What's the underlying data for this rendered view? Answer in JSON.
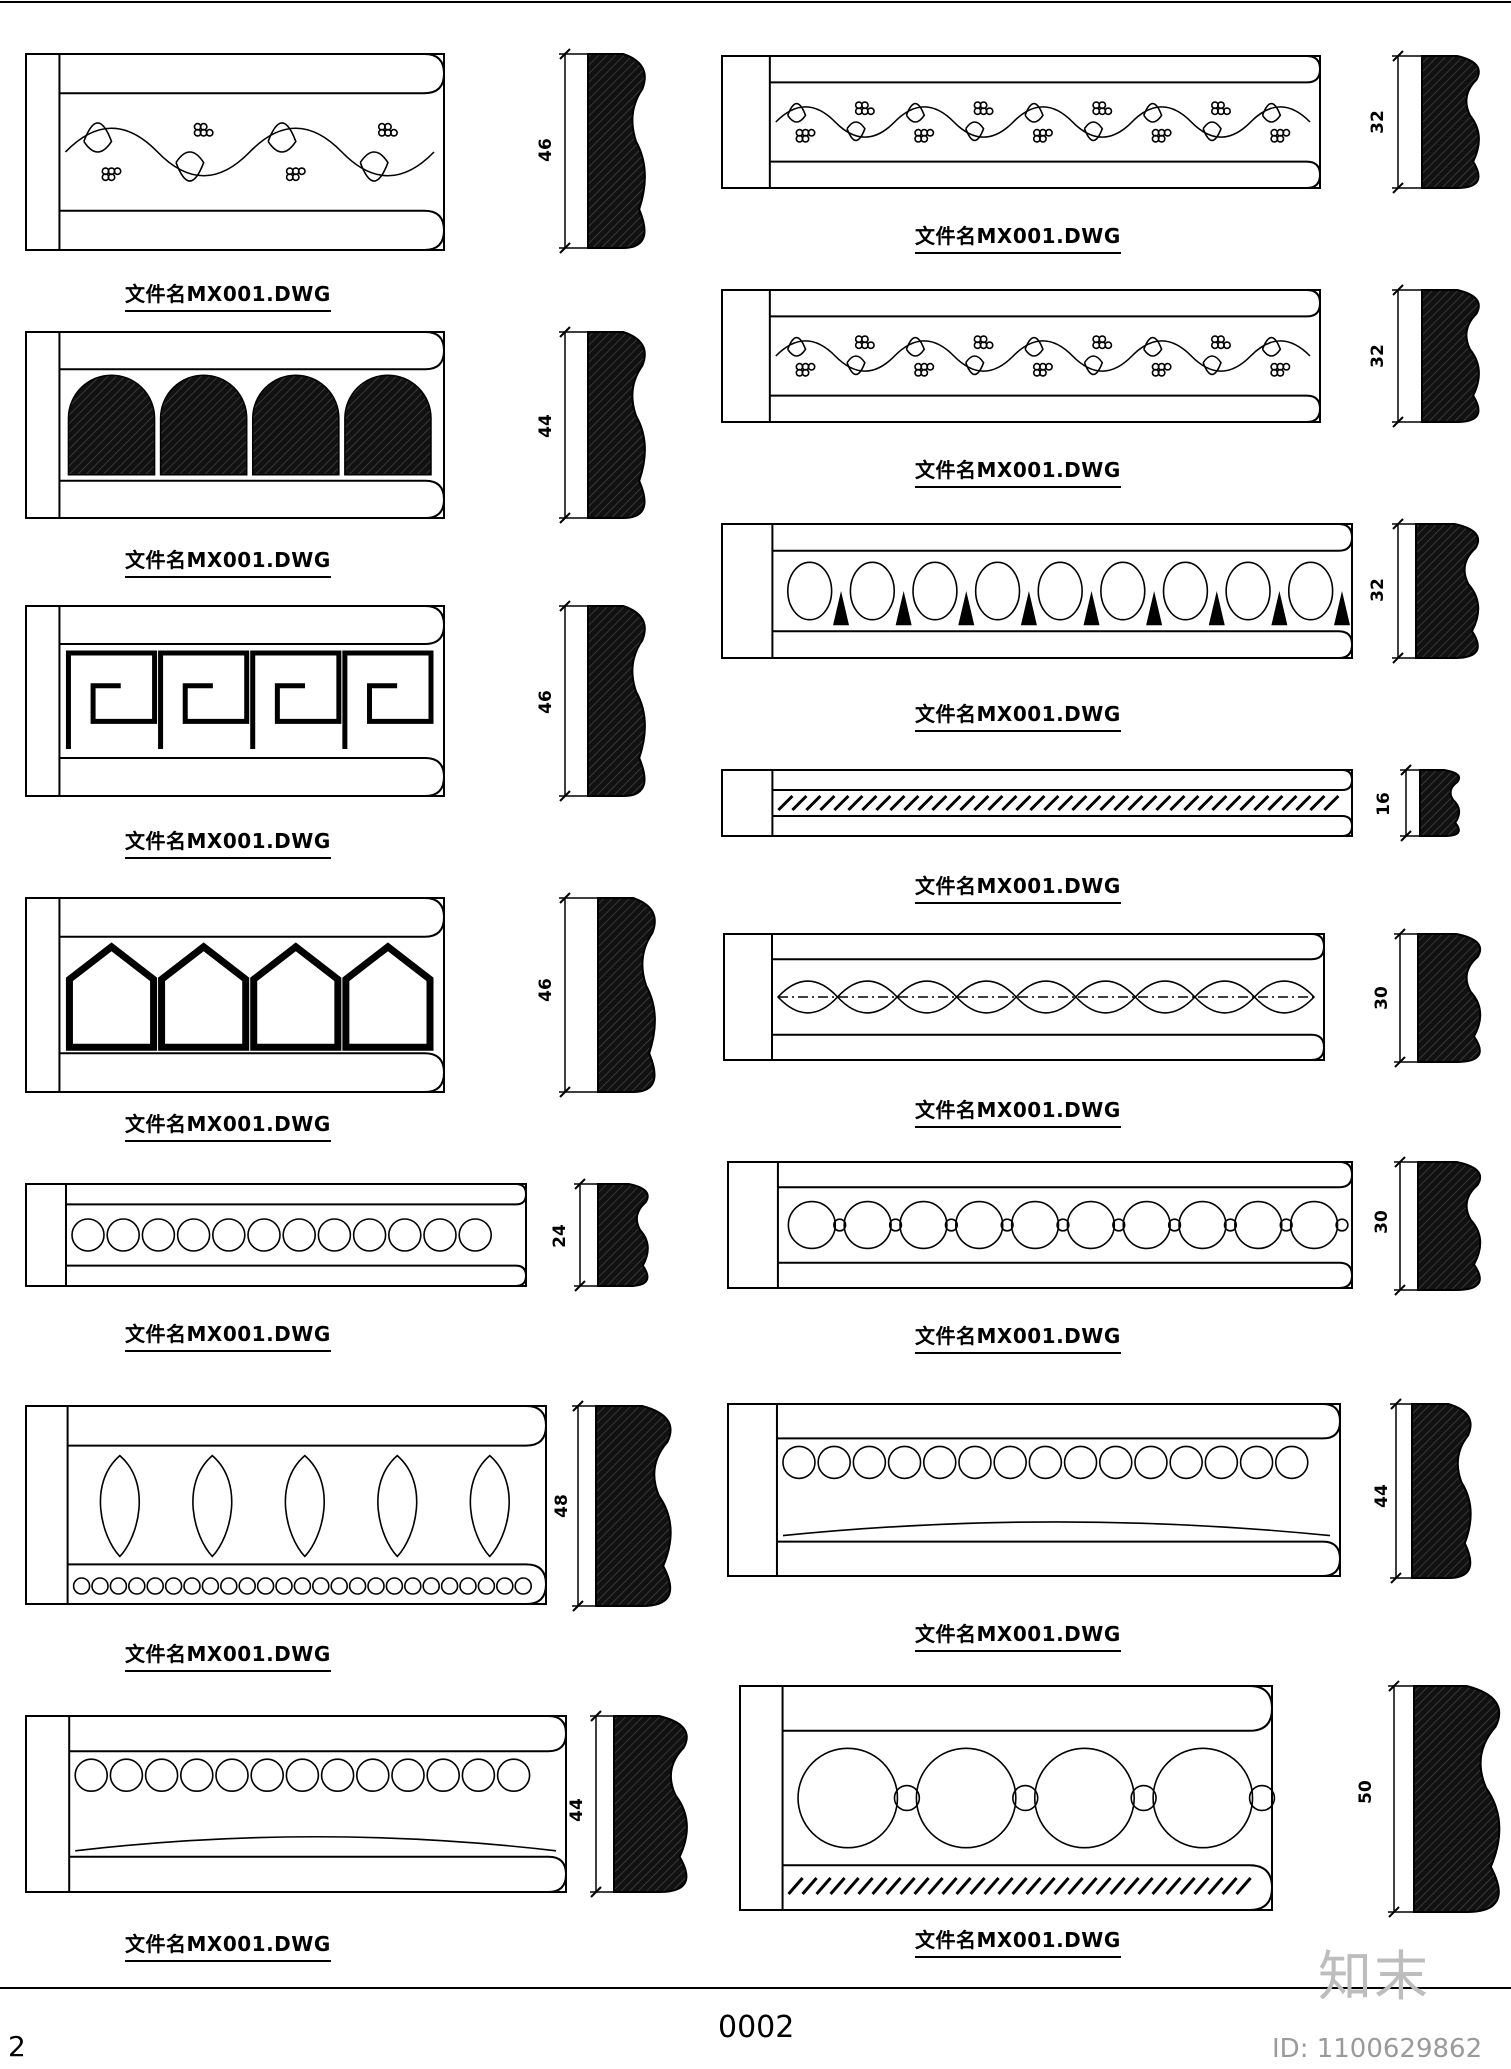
{
  "page": {
    "number": "0002",
    "corner_number": "2",
    "logo_text": "知末",
    "id_text": "ID: 1100629862"
  },
  "moldings": [
    {
      "caption": "文件名MX001.DWG",
      "dim": "46",
      "pattern": "grape-vine"
    },
    {
      "caption": "文件名MX001.DWG",
      "dim": "44",
      "pattern": "arch-leaf"
    },
    {
      "caption": "文件名MX001.DWG",
      "dim": "46",
      "pattern": "greek-key"
    },
    {
      "caption": "文件名MX001.DWG",
      "dim": "46",
      "pattern": "gothic-arch"
    },
    {
      "caption": "文件名MX001.DWG",
      "dim": "24",
      "pattern": "bead"
    },
    {
      "caption": "文件名MX001.DWG",
      "dim": "48",
      "pattern": "acanthus-crown"
    },
    {
      "caption": "文件名MX001.DWG",
      "dim": "44",
      "pattern": "bead-cove"
    },
    {
      "caption": "文件名MX001.DWG",
      "dim": "32",
      "pattern": "grape-vine"
    },
    {
      "caption": "文件名MX001.DWG",
      "dim": "32",
      "pattern": "scroll-flower"
    },
    {
      "caption": "文件名MX001.DWG",
      "dim": "32",
      "pattern": "egg-dart"
    },
    {
      "caption": "文件名MX001.DWG",
      "dim": "16",
      "pattern": "rope"
    },
    {
      "caption": "文件名MX001.DWG",
      "dim": "30",
      "pattern": "laurel"
    },
    {
      "caption": "文件名MX001.DWG",
      "dim": "30",
      "pattern": "guilloche"
    },
    {
      "caption": "文件名MX001.DWG",
      "dim": "44",
      "pattern": "bead-cove"
    },
    {
      "caption": "文件名MX001.DWG",
      "dim": "50",
      "pattern": "circles-rope"
    }
  ]
}
